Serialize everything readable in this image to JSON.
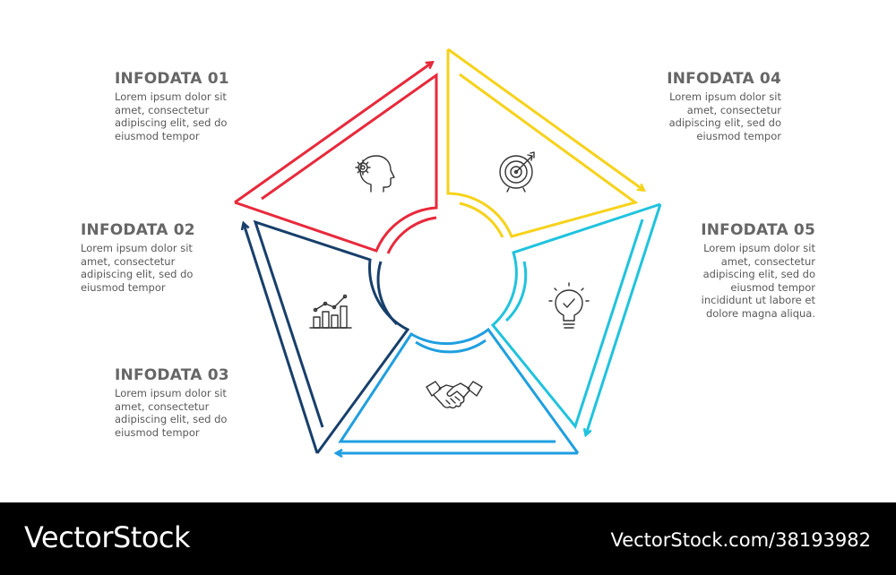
{
  "colors": {
    "segment_1": "#e8293b",
    "segment_2": "#173f6b",
    "segment_3": "#1f9fe0",
    "segment_4": "#f6d21a",
    "segment_5": "#1fc3de",
    "icon": "#333333",
    "title_text": "#666666",
    "body_text": "#595959",
    "footer_background": "#000000"
  },
  "icons": [
    "head-gear-icon",
    "bar-chart-icon",
    "handshake-icon",
    "target-icon",
    "lightbulb-icon"
  ],
  "blocks": [
    {
      "title": "INFODATA 01",
      "lines": [
        "Lorem ipsum dolor sit",
        "amet, consectetur",
        "adipiscing elit, sed do",
        "eiusmod tempor"
      ]
    },
    {
      "title": "INFODATA 02",
      "lines": [
        "Lorem ipsum dolor sit",
        "amet, consectetur",
        "adipiscing elit, sed do",
        "eiusmod tempor"
      ]
    },
    {
      "title": "INFODATA 03",
      "lines": [
        "Lorem ipsum dolor sit",
        "amet, consectetur",
        "adipiscing elit, sed do",
        "eiusmod tempor"
      ]
    },
    {
      "title": "INFODATA 04",
      "lines": [
        "Lorem ipsum dolor sit",
        "amet, consectetur",
        "adipiscing elit, sed do",
        "eiusmod tempor"
      ]
    },
    {
      "title": "INFODATA 05",
      "lines": [
        "Lorem ipsum dolor sit",
        "amet, consectetur",
        "adipiscing elit, sed do",
        "eiusmod tempor",
        "incididunt ut labore et",
        "dolore magna aliqua."
      ]
    }
  ],
  "footer": {
    "logo": "VectorStock",
    "url": "VectorStock.com/38193982"
  }
}
